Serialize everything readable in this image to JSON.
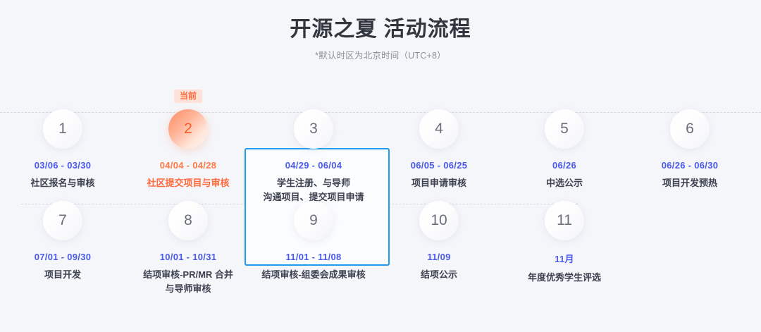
{
  "header": {
    "title": "开源之夏 活动流程",
    "subtitle": "*默认时区为北京时间（UTC+8）"
  },
  "colors": {
    "background": "#f5f6fa",
    "date_blue": "#4a5ae8",
    "current_orange": "#ff6a3d",
    "badge_background": "#fee2d8",
    "card_border": "#1f9bf0",
    "dash_line": "#d3d6de"
  },
  "current_badge_label": "当前",
  "rows": [
    {
      "steps": [
        {
          "number": "1",
          "date": "03/06 - 03/30",
          "label": "社区报名与审核",
          "state": "default"
        },
        {
          "number": "2",
          "date": "04/04 - 04/28",
          "label": "社区提交项目与审核",
          "state": "current",
          "badge": "当前"
        },
        {
          "number": "3",
          "date": "04/29 - 06/04",
          "label": "学生注册、与导师\n沟通项目、提交项目申请",
          "state": "highlighted"
        },
        {
          "number": "4",
          "date": "06/05 - 06/25",
          "label": "项目申请审核",
          "state": "default"
        },
        {
          "number": "5",
          "date": "06/26",
          "label": "中选公示",
          "state": "default"
        },
        {
          "number": "6",
          "date": "06/26 - 06/30",
          "label": "项目开发预热",
          "state": "default"
        }
      ]
    },
    {
      "steps": [
        {
          "number": "7",
          "date": "07/01 - 09/30",
          "label": "项目开发",
          "state": "default"
        },
        {
          "number": "8",
          "date": "10/01 - 10/31",
          "label": "结项审核-PR/MR 合并\n与导师审核",
          "state": "default"
        },
        {
          "number": "9",
          "date": "11/01 - 11/08",
          "label": "结项审核-组委会成果审核",
          "state": "default"
        },
        {
          "number": "10",
          "date": "11/09",
          "label": "结项公示",
          "state": "default"
        },
        {
          "number": "11",
          "date": "11月",
          "label": "年度优秀学生评选",
          "state": "default"
        }
      ]
    }
  ]
}
